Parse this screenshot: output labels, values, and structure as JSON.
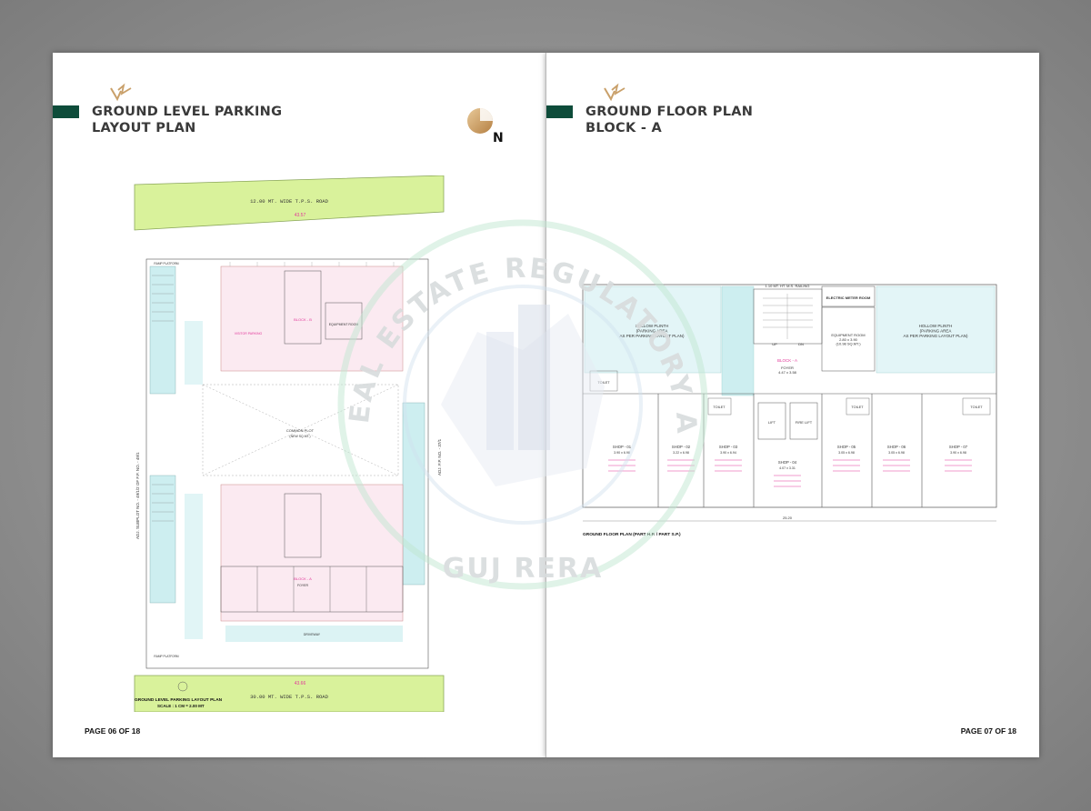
{
  "left_page": {
    "title": "GROUND LEVEL PARKING\nLAYOUT PLAN",
    "footer": "PAGE 06 OF 18",
    "north_label": "N",
    "plan": {
      "road_top": "12.00 MT. WIDE T.P.S. ROAD",
      "road_top_dim": "43.57",
      "road_bottom": "30.00 MT. WIDE T.P.S. ROAD",
      "road_bottom_dim": "43.66",
      "side_left": "ADJ. SUBPLOT NO. - 49/1/2 OF F.P. NO. - 49/1",
      "side_right": "ADJ. F.P. NO. - 37/1",
      "common_plot": "COMMON PLOT",
      "common_plot_area": "(NEW SQ.MT.)",
      "block_b": "BLOCK - B",
      "block_a": "BLOCK - A",
      "foyer": "FOYER",
      "ramp_platform_top": "RAMP PLATFORM",
      "ramp_platform_bottom": "RAMP PLATFORM",
      "drive_way": "DRIVEWAY",
      "visitor_parking": "VISITOR PARKING",
      "equipment_room": "EQUIPMENT ROOM",
      "caption": "GROUND LEVEL PARKING LAYOUT PLAN",
      "scale": "SCALE : 1 CM = 2.00 MT"
    }
  },
  "right_page": {
    "title": "GROUND FLOOR PLAN\nBLOCK - A",
    "footer": "PAGE 07 OF 18",
    "plan": {
      "railing": "1.10 MT. HT. M.S. RAILING",
      "electric_meter_room": "ELECTRIC METER ROOM",
      "hollow_plinth_left": "HOLLOW PLINTH\n(PARKING AREA\nAS PER PARKING LAYOUT PLAN)",
      "hollow_plinth_right": "HOLLOW PLINTH\n(PARKING AREA\nAS PER PARKING LAYOUT PLAN)",
      "equipment_room": "EQUIPMENT ROOM\n2.80 x 3.90\n(10.98 SQ.MT.)",
      "block": "BLOCK - A",
      "foyer": "FOYER\n4.47 x 3.58",
      "lift": "LIFT",
      "fire_lift": "FIRE LIFT",
      "up": "UP",
      "dn": "DN",
      "shops": [
        {
          "label": "SHOP - 01",
          "size": "3.90 x 6.98"
        },
        {
          "label": "SHOP - 02",
          "size": "3.22 x 6.98"
        },
        {
          "label": "SHOP - 03",
          "size": "3.90 x 6.94"
        },
        {
          "label": "SHOP - 04",
          "size": "4.07 x 3.31"
        },
        {
          "label": "SHOP - 05",
          "size": "3.05 x 6.98"
        },
        {
          "label": "SHOP - 06",
          "size": "3.05 x 6.98"
        },
        {
          "label": "SHOP - 07",
          "size": "3.90 x 6.98"
        }
      ],
      "toilet": "TOILET",
      "caption": "GROUND FLOOR PLAN (PART H.P. / PART S.P.)",
      "overall_dim": "25.20"
    }
  },
  "watermark": {
    "text_top": "GUJARAT REAL ESTATE REGULATORY AUTHORITY",
    "text_bottom": "GUJ RERA"
  },
  "colors": {
    "accent_green": "#0e4c3a",
    "road_green": "#d9f29b",
    "plan_cyan": "#cdeef0",
    "plan_pink": "#e2389a",
    "logo_gold": "#c9a06a"
  }
}
